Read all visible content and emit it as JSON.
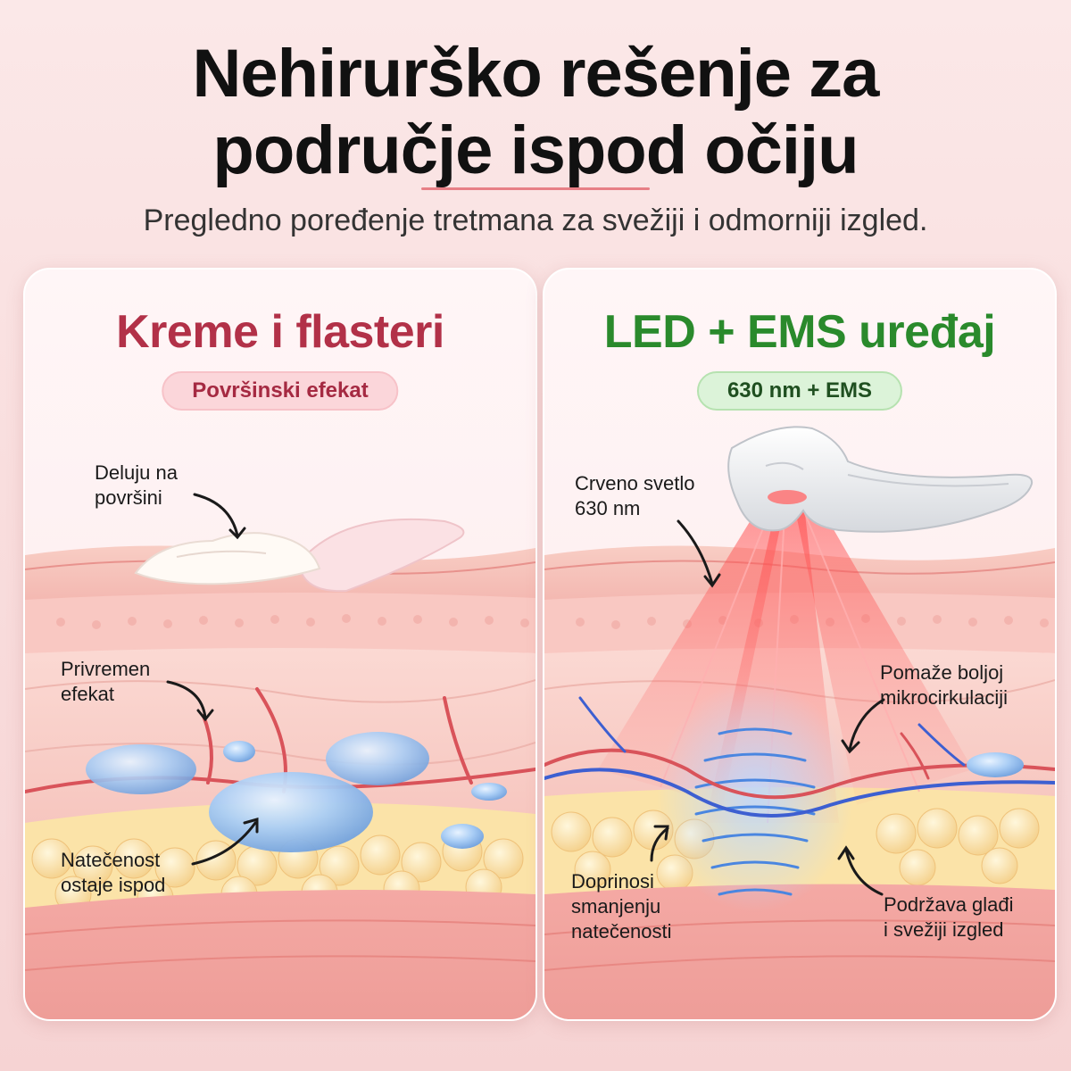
{
  "header": {
    "title_lines": [
      "Nehirurško rešenje za",
      "područje ispod očiju"
    ],
    "subtitle": "Pregledno poređenje tretmana za svežiji i odmorniji izgled."
  },
  "left_panel": {
    "title": "Kreme i flasteri",
    "badge": "Površinski efekat",
    "labels": {
      "surface": [
        "Deluju na",
        "površini"
      ],
      "temporary": [
        "Privremen",
        "efekat"
      ],
      "swelling": [
        "Natečenost",
        "ostaje ispod"
      ]
    }
  },
  "right_panel": {
    "title": "LED + EMS uređaj",
    "badge": "630 nm + EMS",
    "labels": {
      "red_light": [
        "Crveno svetlo",
        "630 nm"
      ],
      "microcirculation": [
        "Pomaže boljoj",
        "mikrocirkulaciji"
      ],
      "reduce_swelling": [
        "Doprinosi",
        "smanjenju",
        "natečenosti"
      ],
      "smoother": [
        "Podržava glađi",
        "i svežiji izgled"
      ]
    }
  },
  "colors": {
    "left_title": "#b23148",
    "right_title": "#2a8a2c",
    "skin": "#f4b3ae",
    "fat": "#fbe3a8",
    "fluid": "#a9cdf5",
    "red_light": "#ff5a5a"
  }
}
